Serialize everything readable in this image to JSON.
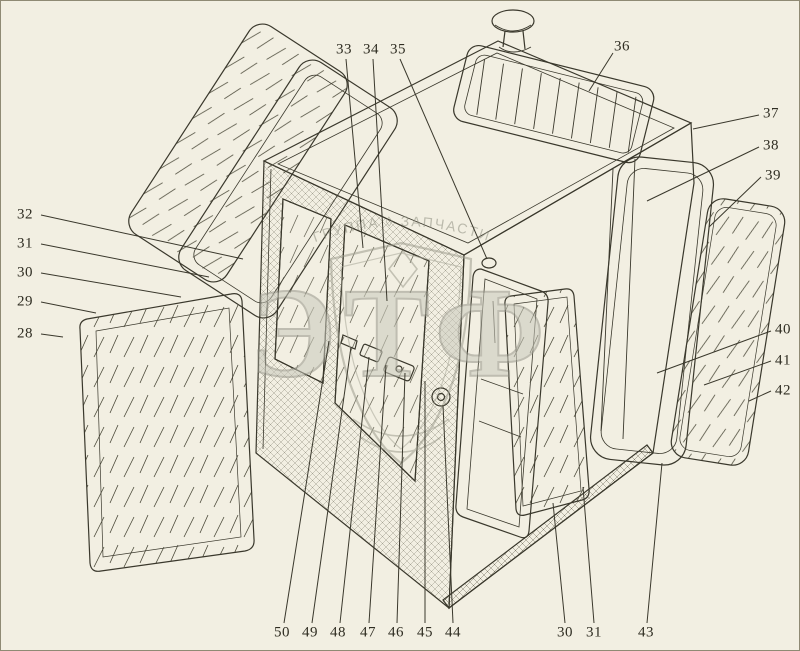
{
  "page": {
    "background": "#f2efe2",
    "line_color": "#3a382c"
  },
  "watermark": {
    "arc_text": "ГРУППА ◊ ЗАПЧАСТИ",
    "main_text": "ЭТФ",
    "color": "#b3b3a4"
  },
  "labels": [
    {
      "text": "32"
    },
    {
      "text": "31"
    },
    {
      "text": "30"
    },
    {
      "text": "29"
    },
    {
      "text": "28"
    },
    {
      "text": "33"
    },
    {
      "text": "34"
    },
    {
      "text": "35"
    },
    {
      "text": "36"
    },
    {
      "text": "37"
    },
    {
      "text": "38"
    },
    {
      "text": "39"
    },
    {
      "text": "40"
    },
    {
      "text": "41"
    },
    {
      "text": "42"
    },
    {
      "text": "50"
    },
    {
      "text": "49"
    },
    {
      "text": "48"
    },
    {
      "text": "47"
    },
    {
      "text": "46"
    },
    {
      "text": "45"
    },
    {
      "text": "44"
    },
    {
      "text": "30"
    },
    {
      "text": "31"
    },
    {
      "text": "43"
    }
  ]
}
